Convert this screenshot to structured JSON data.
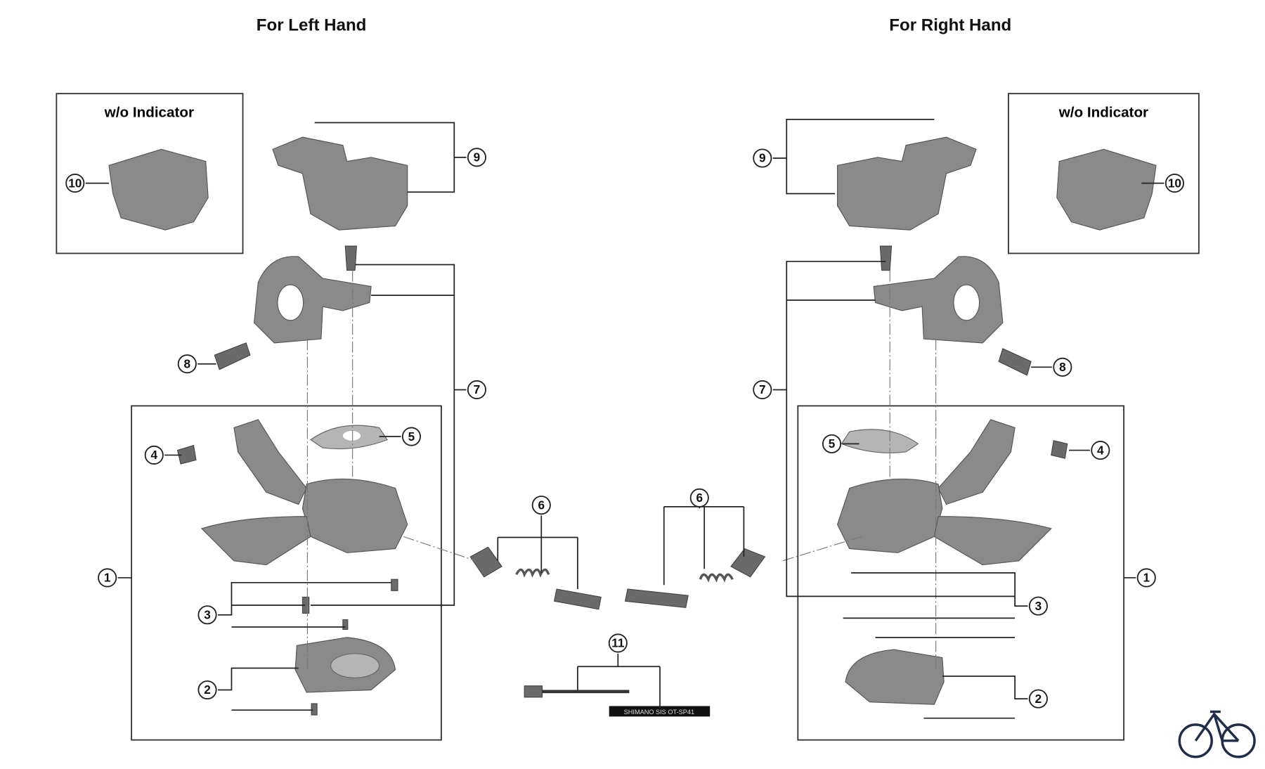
{
  "titles": {
    "left": "For Left Hand",
    "right": "For Right Hand"
  },
  "inset_label": "w/o Indicator",
  "callouts": {
    "left": [
      "9",
      "10",
      "8",
      "7",
      "5",
      "4",
      "6",
      "1",
      "3",
      "2",
      "11"
    ],
    "right": [
      "9",
      "10",
      "8",
      "7",
      "5",
      "4",
      "6",
      "1",
      "3",
      "2"
    ]
  },
  "cable_print": "SHIMANO SIS OT-SP41",
  "colors": {
    "part": "#8a8a8a",
    "line": "#222222",
    "logo": "#1f2d4a"
  },
  "logo_icon": "bicycle-icon"
}
